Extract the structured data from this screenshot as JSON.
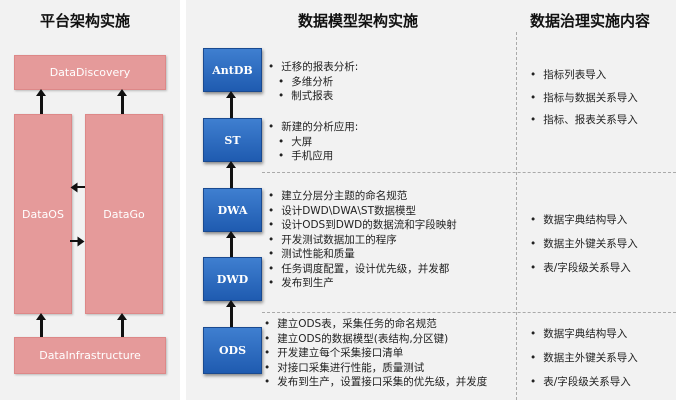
{
  "left": {
    "title": "平台架构实施",
    "discovery": "DataDiscovery",
    "os": "DataOS",
    "go": "DataGo",
    "infra": "DataInfrastructure"
  },
  "middle": {
    "title": "数据模型架构实施",
    "layers": [
      "AntDB",
      "ST",
      "DWA",
      "DWD",
      "ODS"
    ],
    "g1": [
      "迁移的报表分析:",
      "多维分析",
      "制式报表"
    ],
    "g2": [
      "新建的分析应用:",
      "大屏",
      "手机应用"
    ],
    "g3": [
      "建立分层分主题的命名规范",
      "设计DWD\\DWA\\ST数据模型",
      "设计ODS到DWD的数据流和字段映射",
      "开发测试数据加工的程序",
      "测试性能和质量",
      "任务调度配置，设计优先级，并发都",
      "发布到生产"
    ],
    "g4": [
      "建立ODS表，采集任务的命名规范",
      "建立ODS的数据模型(表结构,分区键)",
      "开发建立每个采集接口清单",
      "对接口采集进行性能，质量测试",
      "发布到生产，设置接口采集的优先级，并发度"
    ]
  },
  "right": {
    "title": "数据治理实施内容",
    "g1": [
      "指标列表导入",
      "指标与数据关系导入",
      "指标、报表关系导入"
    ],
    "g2": [
      "数据字典结构导入",
      "数据主外键关系导入",
      "表/字段级关系导入"
    ],
    "g3": [
      "数据字典结构导入",
      "数据主外键关系导入",
      "表/字段级关系导入"
    ]
  }
}
